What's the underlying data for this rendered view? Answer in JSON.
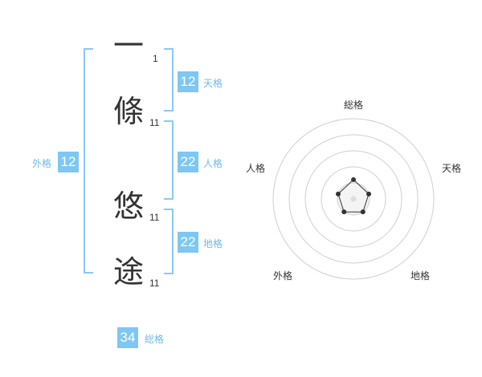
{
  "name_chars": [
    {
      "char": "一",
      "strokes": "1"
    },
    {
      "char": "條",
      "strokes": "11"
    },
    {
      "char": "悠",
      "strokes": "11"
    },
    {
      "char": "途",
      "strokes": "11"
    }
  ],
  "kaku": {
    "tenkaku": {
      "value": "12",
      "label": "天格"
    },
    "jinkaku": {
      "value": "22",
      "label": "人格"
    },
    "chikaku": {
      "value": "22",
      "label": "地格"
    },
    "gaikaku": {
      "value": "12",
      "label": "外格"
    },
    "soukaku": {
      "value": "34",
      "label": "総格"
    }
  },
  "radar": {
    "axes": [
      "総格",
      "天格",
      "地格",
      "外格",
      "人格"
    ],
    "levels": 5,
    "values": [
      1.2,
      1,
      1,
      1,
      1
    ],
    "colors": {
      "ring": "#cfcfcf",
      "line": "#333333",
      "center": "#dddddd"
    }
  },
  "colors": {
    "accent": "#7fc6f3",
    "bracket": "#8cc8ee"
  }
}
